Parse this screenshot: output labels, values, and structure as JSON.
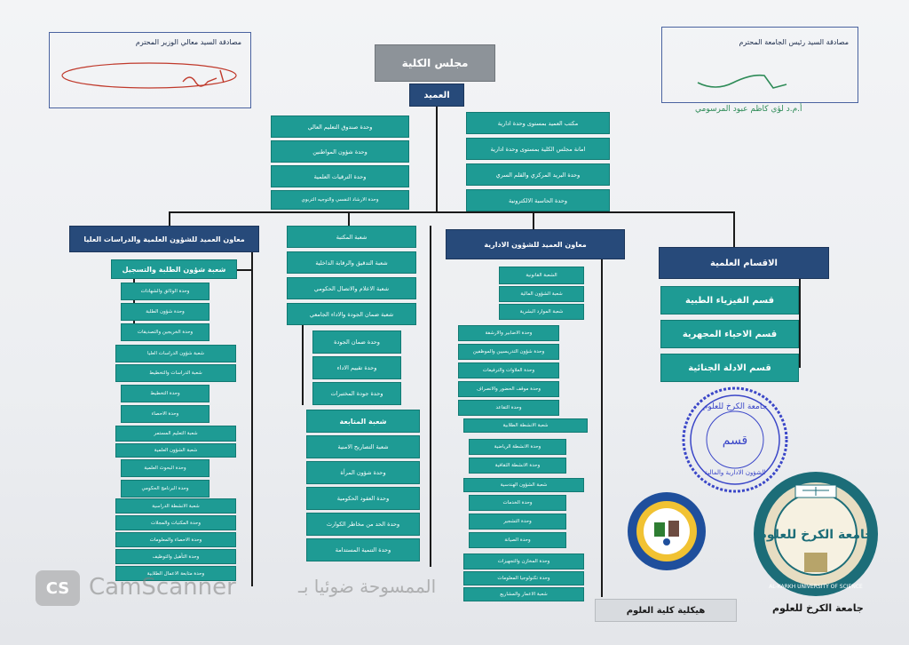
{
  "approvals": {
    "minister": "مصادقة السيد معالي الوزير المحترم",
    "president": "مصادقة السيد رئيس الجامعة المحترم",
    "president_signer": "أ.م.د لؤي كاظم عبود المرسومي"
  },
  "top": {
    "council": "مجلس الكلية",
    "dean": "العميد"
  },
  "dean_left_units": [
    "وحدة صندوق التعليم العالي",
    "وحدة شؤون المواطنين",
    "وحدة الترقيات العلمية",
    "وحدة الارشاد النفسي والتوجيه التربوي"
  ],
  "dean_right_units": [
    "مكتب العميد بمستوى وحدة ادارية",
    "امانة مجلس الكلية بمستوى وحدة ادارية",
    "وحدة البريد المركزي والقلم السري",
    "وحدة الحاسبة الالكترونية"
  ],
  "scientific_assistant": {
    "title": "معاون العميد للشؤون العلمية والدراسات العليا",
    "students_division": "شعبة شؤون الطلبة والتسجيل",
    "students_units": [
      "وحدة الوثائق والشهادات",
      "وحدة شؤون الطلبة",
      "وحدة الخريجين والتصديقات"
    ],
    "grad_division": "شعبة شؤون الدراسات العليا",
    "planning_division": "شعبة الدراسات والتخطيط",
    "planning_units": [
      "وحدة التخطيط",
      "وحدة الاحصاء"
    ],
    "cont_edu": "شعبة التعليم المستمر",
    "research_affairs": "شعبة الشؤون العلمية",
    "research_units": [
      "وحدة البحوث العلمية",
      "وحدة البرنامج الحكومي"
    ],
    "lower_items": [
      "شعبة الانشطة الدراسية",
      "وحدة المكتبات والمجلات",
      "وحدة الاحصاء والمعلومات",
      "وحدة التأهيل والتوظيف",
      "وحدة متابعة الاعمال الطلابية"
    ]
  },
  "center_column": [
    "شعبة المكتبة",
    "شعبة التدقيق والرقابة الداخلية",
    "شعبة الاعلام والاتصال الحكومي",
    "شعبة ضمان الجودة والاداء الجامعي"
  ],
  "quality_units": [
    "وحدة ضمان الجودة",
    "وحدة تقييم الاداء",
    "وحدة جودة المختبرات"
  ],
  "followup": {
    "title": "شعبة المتابعة",
    "units": [
      "شعبة التصاريح الامنية",
      "وحدة شؤون المرأة",
      "وحدة العقود الحكومية",
      "وحدة الحد من مخاطر الكوارث",
      "وحدة التنمية المستدامة"
    ]
  },
  "admin_assistant": {
    "title": "معاون العميد للشؤون الادارية",
    "top_units": [
      "الشعبة القانونية",
      "شعبة الشؤون المالية",
      "شعبة الموارد البشرية"
    ],
    "mid_units": [
      "وحدة الاضابير والارشفة",
      "وحدة شؤون التدريسيين والموظفين",
      "وحدة العلاوات والترفيعات",
      "وحدة موقف الحضور والانصراف",
      "وحدة التقاعد",
      "شعبة الانشطة الطلابية"
    ],
    "low_units": [
      "وحدة الانشطة الرياضية",
      "وحدة الانشطة الثقافية",
      "شعبة الشؤون الهندسية",
      "وحدة الخدمات",
      "وحدة التشجير",
      "وحدة الصيانة",
      "وحدة المخازن والتجهيزات",
      "وحدة تكنولوجيا المعلومات",
      "شعبة الاعمار والمشاريع"
    ]
  },
  "departments": {
    "title": "الاقسام العلمية",
    "items": [
      "قسم الفيزياء الطبية",
      "قسم الاحياء المجهرية",
      "قسم الادلة الجنائية"
    ]
  },
  "footer": {
    "structure": "هيكلية كلية العلوم",
    "university": "جامعة الكرخ للعلوم"
  },
  "stamp": {
    "ring": "جامعة الكرخ للعلوم",
    "center": "قسم",
    "bottom": "الشؤون الادارية والمالية"
  },
  "seal_en": "AL-KARKH UNIVERSITY OF SCIENCE",
  "seal_ar": "جامعة الكرخ للعلوم",
  "watermark": "CamScanner",
  "watermark_ar": "الممسوحة ضوئيا بـ",
  "colors": {
    "teal": "#1e9b94",
    "navy": "#274a7a",
    "gray": "#8d9399"
  }
}
